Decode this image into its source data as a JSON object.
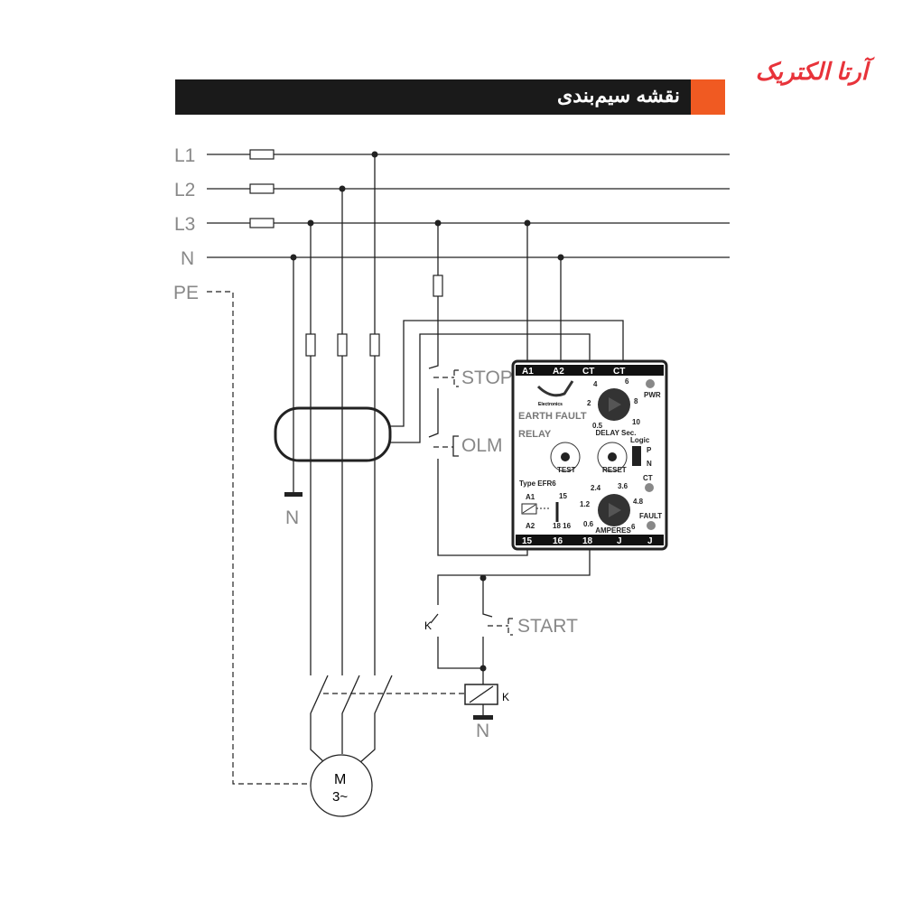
{
  "header": {
    "title": "نقشه سیم‌بندی",
    "accent_color": "#f05a22"
  },
  "logo": {
    "text": "آرتا الکتریک",
    "color": "#e8333a"
  },
  "lines": {
    "l1": "L1",
    "l2": "L2",
    "l3": "L3",
    "n": "N",
    "pe": "PE"
  },
  "labels": {
    "stop": "STOP",
    "olm": "OLM",
    "start": "START",
    "k_contact": "K",
    "k_coil": "K",
    "n_ct": "N",
    "n_coil": "N",
    "motor_m": "M",
    "motor_phase": "3~"
  },
  "relay": {
    "top_terminals": [
      "A1",
      "A2",
      "CT",
      "CT",
      ""
    ],
    "bottom_terminals": [
      "15",
      "16",
      "18",
      "J",
      "J"
    ],
    "brand": "Electronics",
    "name_line1": "EARTH FAULT",
    "name_line2": "RELAY",
    "type": "Type EFR6",
    "pwr": "PWR",
    "logic": "Logic",
    "logic_p": "P",
    "logic_n": "N",
    "ct": "CT",
    "fault": "FAULT",
    "test": "TEST",
    "reset": "RESET",
    "delay_label": "DELAY Sec.",
    "delay_ticks": [
      "0.5",
      "2",
      "4",
      "6",
      "8",
      "10"
    ],
    "amp_label": "AMPERES",
    "amp_ticks": [
      "0.6",
      "1.2",
      "2.4",
      "3.6",
      "4.8",
      "6"
    ],
    "coil_a1": "A1",
    "coil_a2": "A2",
    "contact_15": "15",
    "contact_18_16": "18 16"
  }
}
